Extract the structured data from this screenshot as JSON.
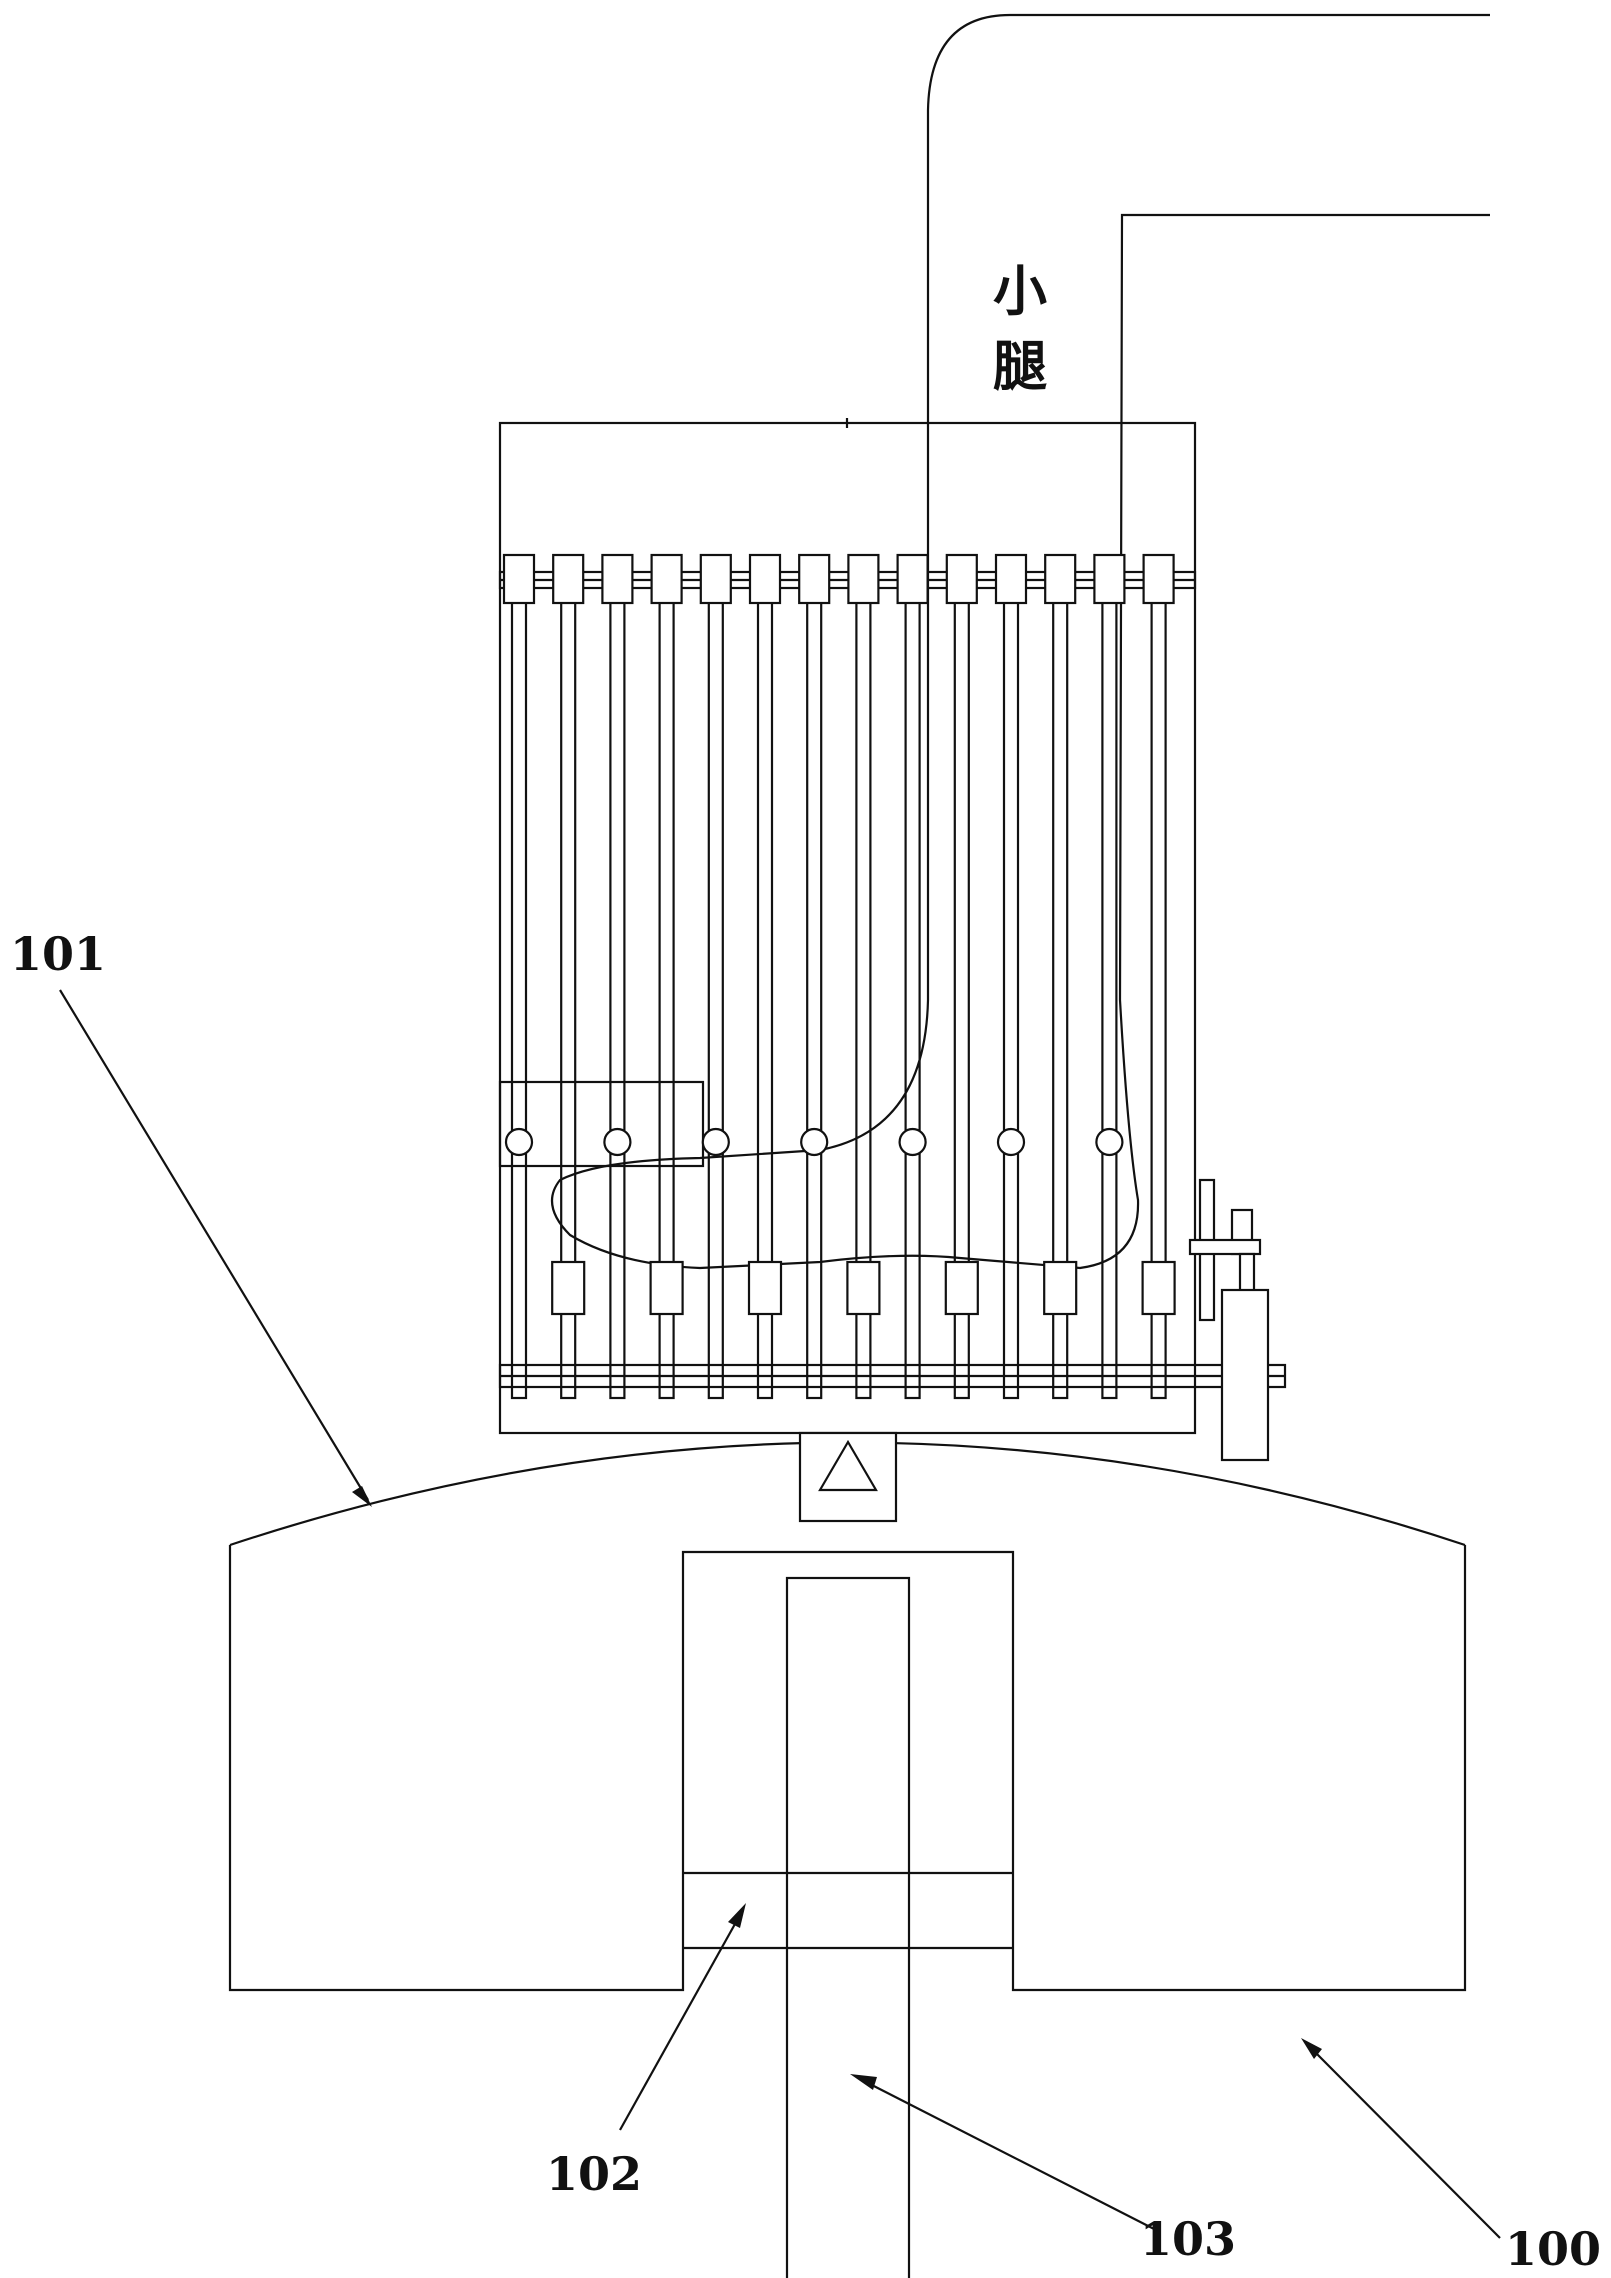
{
  "drawing": {
    "leg_label_top": "小",
    "leg_label_bottom": "腿",
    "labels": {
      "ref_101": "101",
      "ref_102": "102",
      "ref_103": "103",
      "ref_100": "100"
    },
    "pin_count": 14,
    "ink_color": "#111111",
    "background": "#ffffff"
  }
}
